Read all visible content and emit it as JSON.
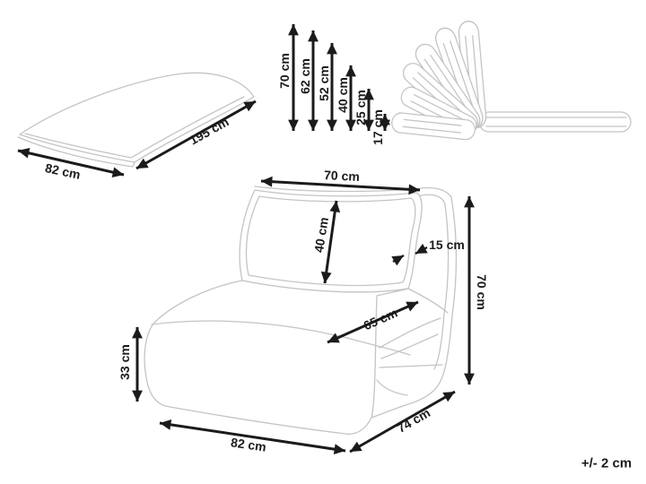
{
  "diagram": {
    "flat_bed": {
      "length": "195 cm",
      "width": "82 cm"
    },
    "recline_heights": [
      "70 cm",
      "62 cm",
      "52 cm",
      "40 cm",
      "25 cm",
      "17 cm"
    ],
    "chair": {
      "backrest_width": "70 cm",
      "backrest_height": "40 cm",
      "cushion_thickness": "15 cm",
      "seat_depth": "65 cm",
      "overall_height": "70 cm",
      "seat_height": "33 cm",
      "overall_width": "82 cm",
      "overall_depth": "74 cm"
    },
    "tolerance": "+/- 2 cm",
    "colors": {
      "sketch_line": "#c4c4c4",
      "dimension": "#1b1b1b",
      "background": "#ffffff"
    }
  }
}
